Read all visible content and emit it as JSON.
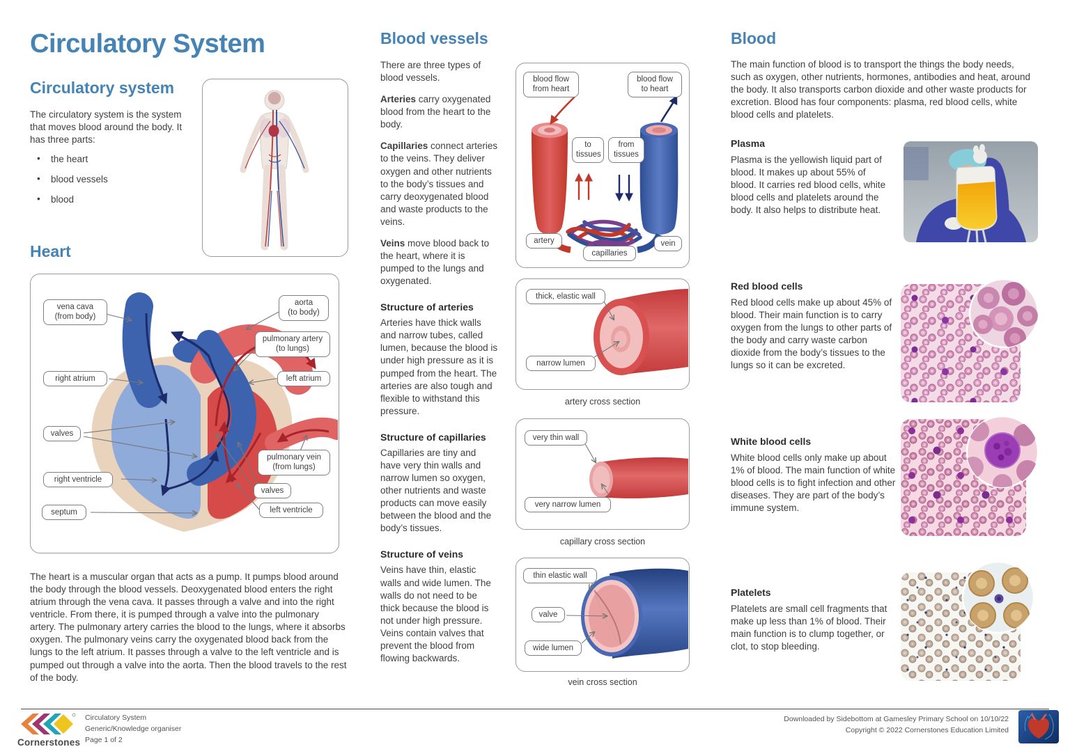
{
  "colors": {
    "accent_blue": "#4583B5",
    "artery_red": "#D0433E",
    "vein_blue": "#3A5DA8",
    "body_text": "#3F3F3F"
  },
  "title": "Circulatory System",
  "left": {
    "circulatory": {
      "heading": "Circulatory system",
      "text": "The circulatory system is the system that moves blood around the body. It has three parts:",
      "bullets": [
        "the heart",
        "blood vessels",
        "blood"
      ]
    },
    "heart": {
      "heading": "Heart",
      "labels": {
        "vena_cava": "vena cava\n(from body)",
        "right_atrium": "right atrium",
        "valves_left": "valves",
        "right_ventricle": "right ventricle",
        "septum": "septum",
        "aorta": "aorta\n(to body)",
        "pulmonary_artery": "pulmonary artery\n(to lungs)",
        "left_atrium": "left atrium",
        "pulmonary_vein": "pulmonary vein\n(from lungs)",
        "valves_right": "valves",
        "left_ventricle": "left ventricle"
      },
      "paragraph": "The heart is a muscular organ that acts as a pump. It pumps blood around the body through the blood vessels. Deoxygenated blood enters the right atrium through the vena cava. It passes through a valve and into the right ventricle. From there, it is pumped through a valve into the pulmonary artery. The pulmonary artery carries the blood to the lungs, where it absorbs oxygen. The pulmonary veins carry the oxygenated blood back from the lungs to the left atrium. It passes through a valve to the left ventricle and is pumped out through a valve into the aorta. Then the blood travels to the rest of the body."
    }
  },
  "vessels": {
    "heading": "Blood vessels",
    "intro": "There are three types of blood vessels.",
    "types": [
      {
        "lead": "Arteries",
        "rest": " carry oxygenated blood from the heart to the body."
      },
      {
        "lead": "Capillaries",
        "rest": " connect arteries to the veins. They deliver oxygen and other nutrients to the body’s tissues and carry deoxygenated blood and waste products to the veins."
      },
      {
        "lead": "Veins",
        "rest": " move blood back to the heart, where it is pumped to the lungs and oxygenated."
      }
    ],
    "structures": [
      {
        "heading": "Structure of arteries",
        "text": "Arteries have thick walls and narrow tubes, called lumen, because the blood is under high pressure as it is pumped from the heart. The arteries are also tough and flexible to withstand this pressure."
      },
      {
        "heading": "Structure of capillaries",
        "text": "Capillaries are tiny and have very thin walls and narrow lumen so oxygen, other nutrients and waste products can move easily between the blood and the body’s tissues."
      },
      {
        "heading": "Structure of veins",
        "text": "Veins have thin, elastic walls and wide lumen. The walls do not need to be thick because the blood is not under high pressure. Veins contain valves that prevent the blood from flowing backwards."
      }
    ],
    "diagram": {
      "blood_flow_from_heart": "blood flow\nfrom heart",
      "blood_flow_to_heart": "blood flow\nto heart",
      "to_tissues": "to\ntissues",
      "from_tissues": "from\ntissues",
      "artery": "artery",
      "vein": "vein",
      "capillaries": "capillaries"
    },
    "cross_sections": [
      {
        "caption": "artery cross section",
        "labels": [
          "thick, elastic wall",
          "narrow lumen"
        ]
      },
      {
        "caption": "capillary cross section",
        "labels": [
          "very thin wall",
          "very narrow lumen"
        ]
      },
      {
        "caption": "vein cross section",
        "labels": [
          "thin elastic wall",
          "valve",
          "wide lumen"
        ]
      }
    ]
  },
  "blood": {
    "heading": "Blood",
    "intro": "The main function of blood is to transport the things the body needs, such as oxygen, other nutrients, hormones, antibodies and heat, around the body. It also transports carbon dioxide and other waste products for excretion. Blood has four components: plasma, red blood cells, white blood cells and platelets.",
    "sections": [
      {
        "heading": "Plasma",
        "text": "Plasma is the yellowish liquid part of blood. It makes up about 55% of blood. It carries red blood cells, white blood cells and platelets around the body. It also helps to distribute heat.",
        "image": "plasma-bag-photo"
      },
      {
        "heading": "Red blood cells",
        "text": "Red blood cells make up about 45% of blood. Their main function is to carry oxygen from the lungs to other parts of the body and carry waste carbon dioxide from the body’s tissues to the lungs so it can be excreted.",
        "image": "red-blood-cells-micrograph"
      },
      {
        "heading": "White blood cells",
        "text": "White blood cells only make up about 1% of blood. The main function of white blood cells is to fight infection and other diseases. They are part of the body’s immune system.",
        "image": "white-blood-cells-micrograph"
      },
      {
        "heading": "Platelets",
        "text": "Platelets are small cell fragments that make up less than 1% of blood. Their main function is to clump together, or clot, to stop bleeding.",
        "image": "platelets-micrograph"
      }
    ]
  },
  "footer": {
    "brand": "Cornerstones",
    "doc_title": "Circulatory System",
    "doc_type": "Generic/Knowledge organiser",
    "page": "Page 1 of 2",
    "downloaded": "Downloaded by Sidebottom at Gamesley Primary School on 10/10/22",
    "copyright": "Copyright © 2022 Cornerstones Education Limited"
  }
}
